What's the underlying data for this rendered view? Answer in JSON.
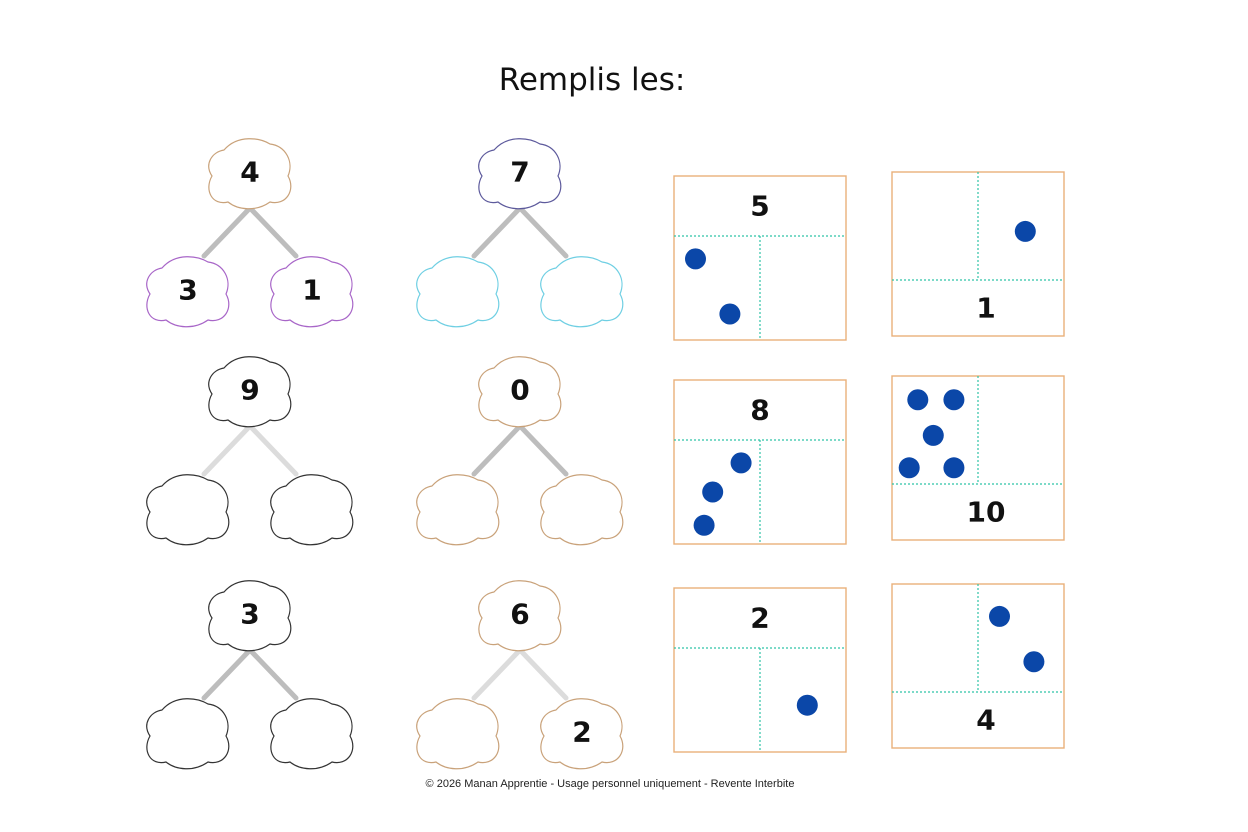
{
  "title": "Remplis les:",
  "footer": "© 2026 Manan Apprentie - Usage personnel uniquement - Revente Interbite",
  "colors": {
    "dot": "#0b47a8",
    "box_border": "#e9b07a",
    "divider": "#2fc3a6",
    "branch_dark": "#bdbdbd",
    "branch_light": "#dcdcdc",
    "text": "#111111"
  },
  "trees": [
    {
      "total": "4",
      "left": "3",
      "right": "1",
      "top_color": "#c9a27a",
      "bottom_color": "#a866c8",
      "branch": "dark"
    },
    {
      "total": "7",
      "left": "",
      "right": "",
      "top_color": "#5d5a9c",
      "bottom_color": "#6fcfe3",
      "branch": "dark"
    },
    {
      "total": "9",
      "left": "",
      "right": "",
      "top_color": "#333333",
      "bottom_color": "#333333",
      "branch": "light"
    },
    {
      "total": "0",
      "left": "",
      "right": "",
      "top_color": "#c9a27a",
      "bottom_color": "#c9a27a",
      "branch": "dark"
    },
    {
      "total": "3",
      "left": "",
      "right": "",
      "top_color": "#333333",
      "bottom_color": "#333333",
      "branch": "dark"
    },
    {
      "total": "6",
      "left": "",
      "right": "2",
      "top_color": "#c9a27a",
      "bottom_color": "#c9a27a",
      "branch": "light"
    }
  ],
  "boxes": [
    {
      "number": "5",
      "number_position": "top",
      "left_dots": 2,
      "right_dots": 0
    },
    {
      "number": "1",
      "number_position": "bottom",
      "left_dots": 0,
      "right_dots": 1
    },
    {
      "number": "8",
      "number_position": "top",
      "left_dots": 3,
      "right_dots": 0
    },
    {
      "number": "10",
      "number_position": "bottom",
      "left_dots": 5,
      "right_dots": 0
    },
    {
      "number": "2",
      "number_position": "top",
      "left_dots": 0,
      "right_dots": 1
    },
    {
      "number": "4",
      "number_position": "bottom",
      "left_dots": 0,
      "right_dots": 2
    }
  ]
}
